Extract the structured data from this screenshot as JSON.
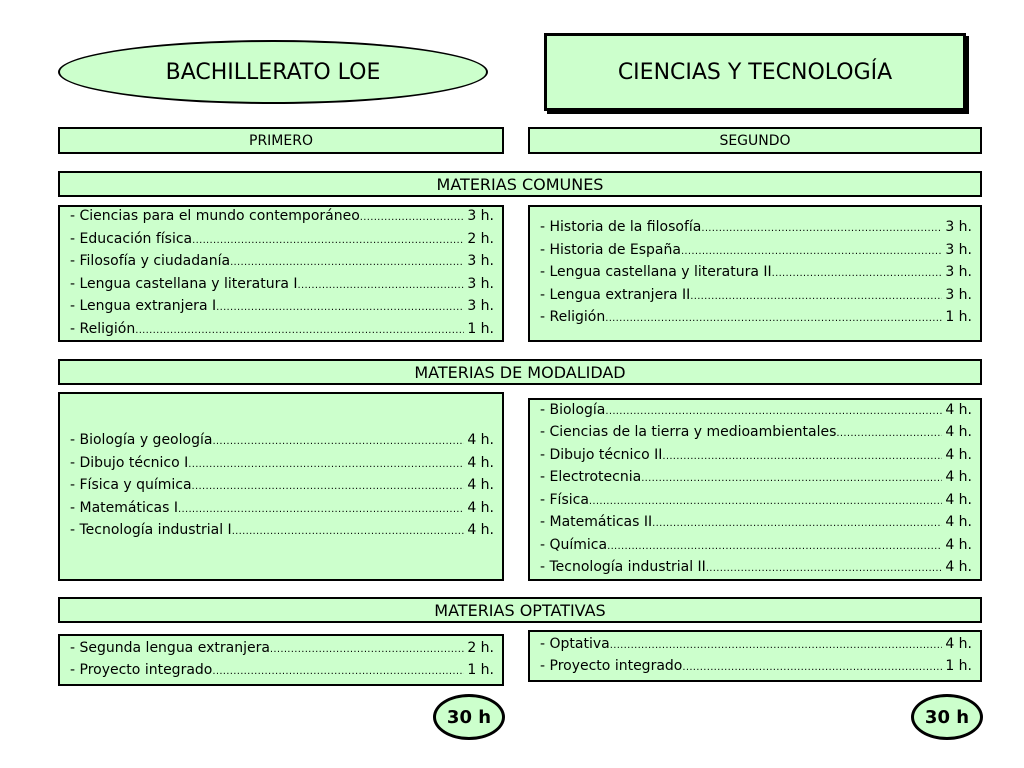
{
  "header": {
    "program": "BACHILLERATO LOE",
    "modality": "CIENCIAS Y TECNOLOGÍA"
  },
  "columns": {
    "first": "PRIMERO",
    "second": "SEGUNDO"
  },
  "sections": {
    "comunes": {
      "title": "MATERIAS COMUNES",
      "first": [
        {
          "name": "- Ciencias para el mundo contemporáneo",
          "hours": "3 h."
        },
        {
          "name": "- Educación física",
          "hours": "2 h."
        },
        {
          "name": "- Filosofía y ciudadanía",
          "hours": "3 h."
        },
        {
          "name": "- Lengua castellana y literatura I",
          "hours": "3 h."
        },
        {
          "name": "- Lengua extranjera I",
          "hours": "3 h."
        },
        {
          "name": "- Religión",
          "hours": "1 h."
        }
      ],
      "second": [
        {
          "name": "- Historia de la filosofía",
          "hours": "3 h."
        },
        {
          "name": "- Historia de España",
          "hours": "3 h."
        },
        {
          "name": "- Lengua castellana y literatura II",
          "hours": "3 h."
        },
        {
          "name": "- Lengua extranjera II",
          "hours": "3 h."
        },
        {
          "name": "- Religión",
          "hours": "1 h."
        }
      ]
    },
    "modalidad": {
      "title": "MATERIAS DE MODALIDAD",
      "first": [
        {
          "name": "- Biología y geología",
          "hours": "4 h."
        },
        {
          "name": "- Dibujo técnico I",
          "hours": "4 h."
        },
        {
          "name": "- Física y química",
          "hours": "4 h."
        },
        {
          "name": "- Matemáticas I",
          "hours": "4 h."
        },
        {
          "name": "- Tecnología industrial I",
          "hours": "4 h."
        }
      ],
      "second": [
        {
          "name": "- Biología",
          "hours": "4 h."
        },
        {
          "name": "- Ciencias de la tierra y medioambientales",
          "hours": "4 h."
        },
        {
          "name": "- Dibujo técnico II",
          "hours": "4 h."
        },
        {
          "name": "- Electrotecnia",
          "hours": "4 h."
        },
        {
          "name": "- Física",
          "hours": "4 h."
        },
        {
          "name": "- Matemáticas II",
          "hours": "4 h."
        },
        {
          "name": "- Química",
          "hours": "4 h."
        },
        {
          "name": "- Tecnología industrial II",
          "hours": "4 h."
        }
      ]
    },
    "optativas": {
      "title": "MATERIAS OPTATIVAS",
      "first": [
        {
          "name": "- Segunda lengua extranjera",
          "hours": "2 h."
        },
        {
          "name": "- Proyecto integrado",
          "hours": "1 h."
        }
      ],
      "second": [
        {
          "name": "- Optativa",
          "hours": "4 h."
        },
        {
          "name": "- Proyecto integrado",
          "hours": "1 h."
        }
      ]
    }
  },
  "totals": {
    "first": "30 h",
    "second": "30 h"
  },
  "colors": {
    "fill": "#ccffcc",
    "border": "#000000"
  }
}
